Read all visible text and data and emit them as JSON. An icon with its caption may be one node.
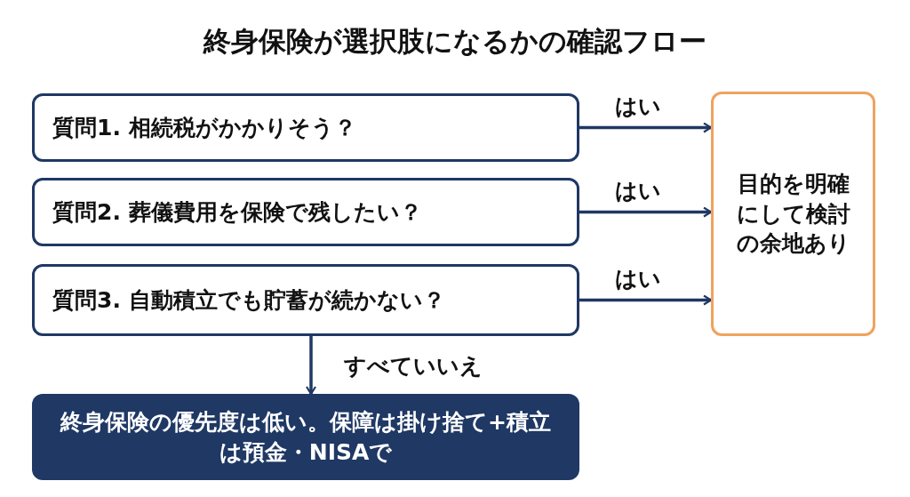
{
  "diagram": {
    "title": "終身保険が選択肢になるかの確認フロー",
    "nodes": [
      {
        "text": [
          "質問1. 相続税がかかりそう？"
        ]
      },
      {
        "text": [
          "質問2. 葬儀費用を保険で残したい？"
        ]
      },
      {
        "text": [
          "質問3. 自動積立でも貯蓄が続かない？"
        ]
      },
      {
        "text": [
          "目的を明確にして検討の余地あり"
        ]
      },
      {
        "text": [
          "終身保険の優先度は低い。保障は掛け捨て+積立は預金・NISAで"
        ]
      }
    ],
    "edges": [
      {
        "from": 0,
        "to": 3,
        "arrow": "to",
        "label": "はい"
      },
      {
        "from": 1,
        "to": 3,
        "arrow": "to",
        "label": "はい"
      },
      {
        "from": 2,
        "to": 3,
        "arrow": "to",
        "label": "はい"
      },
      {
        "from": 2,
        "to": 4,
        "arrow": "to",
        "label": "すべていいえ"
      }
    ]
  }
}
